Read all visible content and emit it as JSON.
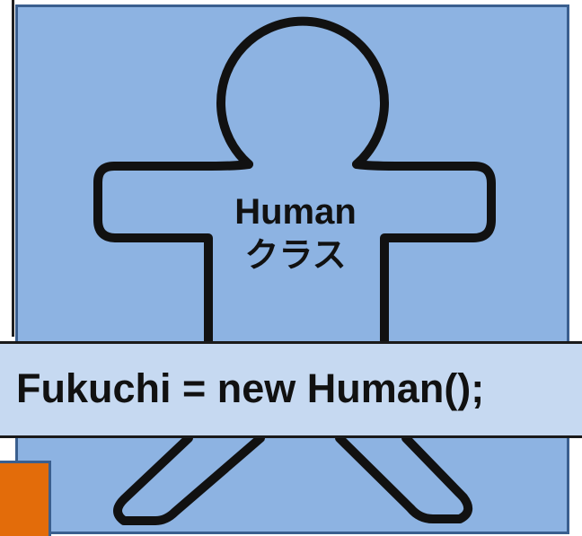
{
  "diagram": {
    "class_label": {
      "name": "Human",
      "kind": "クラス"
    },
    "code": "Fukuchi = new Human();",
    "colors": {
      "panel": "#8db3e2",
      "panel_border": "#3a5f8f",
      "banner": "#c6d9f1",
      "outline": "#111111",
      "accent": "#e36c0a"
    },
    "icons": {
      "figure": "human-figure-icon"
    }
  }
}
